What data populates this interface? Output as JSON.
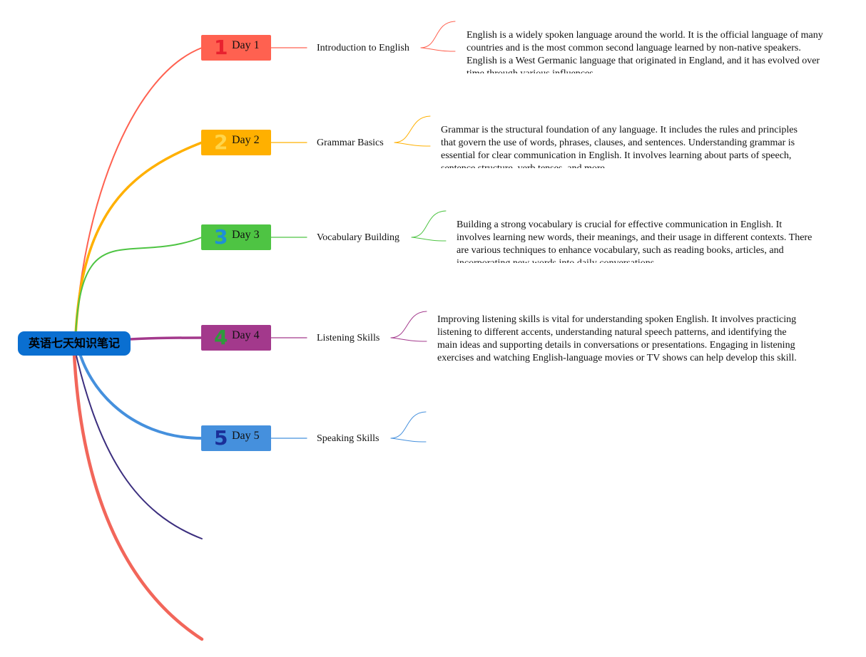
{
  "root": {
    "title": "英语七天知识笔记"
  },
  "days": [
    {
      "number": "1",
      "label": "Day 1",
      "topic": "Introduction to English",
      "color": "#ff6150",
      "number_color": "#e8212f",
      "description": "English is a widely spoken language around the world. It is the official language of many countries and is the most common second language learned by non-native speakers. English is a West Germanic language that originated in England, and it has evolved over time through various influences."
    },
    {
      "number": "2",
      "label": "Day 2",
      "topic": "Grammar Basics",
      "color": "#ffb000",
      "number_color": "#ffd54a",
      "description": "Grammar is the structural foundation of any language. It includes the rules and principles that govern the use of words, phrases, clauses, and sentences. Understanding grammar is essential for clear communication in English. It involves learning about parts of speech, sentence structure, verb tenses, and more."
    },
    {
      "number": "3",
      "label": "Day 3",
      "topic": "Vocabulary Building",
      "color": "#4ec443",
      "number_color": "#1e90d6",
      "description": "Building a strong vocabulary is crucial for effective communication in English. It involves learning new words, their meanings, and their usage in different contexts. There are various techniques to enhance vocabulary, such as reading books, articles, and incorporating new words into daily conversations."
    },
    {
      "number": "4",
      "label": "Day 4",
      "topic": "Listening Skills",
      "color": "#a3398c",
      "number_color": "#2e9a3c",
      "description": "Improving listening skills is vital for understanding spoken English. It involves practicing listening to different accents, understanding natural speech patterns, and identifying the main ideas and supporting details in conversations or presentations. Engaging in listening exercises and watching English-language movies or TV shows can help develop this skill."
    },
    {
      "number": "5",
      "label": "Day 5",
      "topic": "Speaking Skills",
      "color": "#4590dd",
      "number_color": "#1a2f99",
      "description": ""
    }
  ],
  "extra_branch_colors": [
    "#3b2e7e",
    "#f2665a"
  ],
  "colors": {
    "root": "#0a6fd1"
  }
}
